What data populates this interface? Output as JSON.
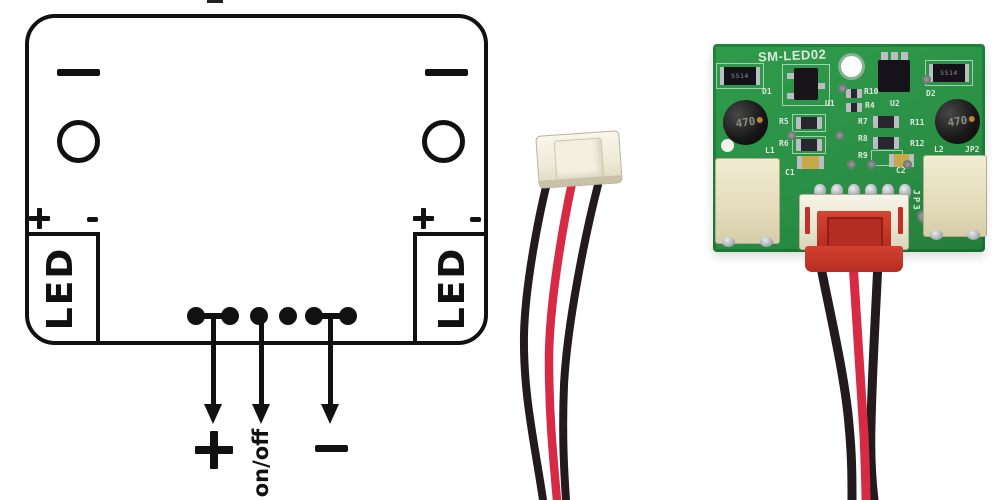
{
  "figure": {
    "description": "LED board wiring diagram with cable connector and SM-LED02 PCB photos"
  },
  "diagram": {
    "led_label": "LED",
    "symbols": {
      "plus": "+",
      "minus": "-"
    },
    "outputs": {
      "plus": "+",
      "onoff": "on/off",
      "minus": "-"
    }
  },
  "pcb": {
    "silk_title": "SM-LED02",
    "diode_marking": "SS14",
    "inductor_marking": "470",
    "refs": {
      "d1": "D1",
      "d2": "D2",
      "u1": "U1",
      "u2": "U2",
      "l1": "L1",
      "l2": "L2",
      "r4": "R4",
      "r5": "R5",
      "r6": "R6",
      "r7": "R7",
      "r8": "R8",
      "r9": "R9",
      "r10": "R10",
      "r11": "R11",
      "r12": "R12",
      "c1": "C1",
      "c2": "C2",
      "jp2": "JP2",
      "jp3": "JP3"
    }
  },
  "colors": {
    "background": "#ffffff",
    "diagram_line": "#111111",
    "pcb_green": "#2f9b4c",
    "silkscreen": "#dfe9dd",
    "connector_beige": "#e6dfc2",
    "plug_red": "#c8352b",
    "wire_red": "#d62a45",
    "wire_black": "#221a1c"
  }
}
